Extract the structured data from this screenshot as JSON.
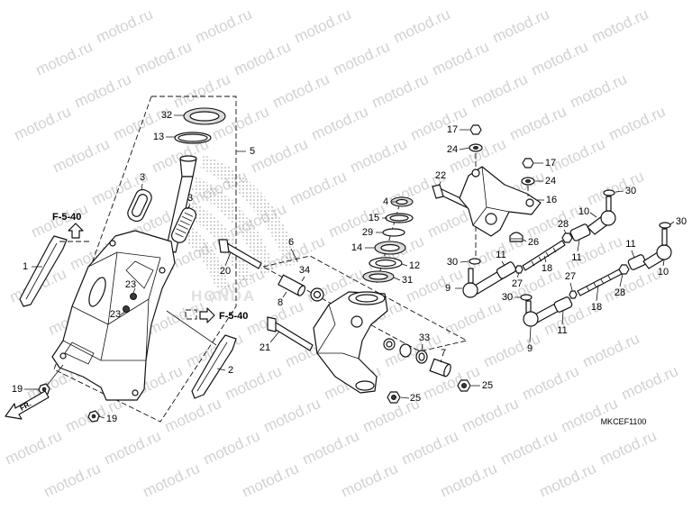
{
  "diagram": {
    "code": "MKCEF1100",
    "references": [
      "F-5-40",
      "F-5-40"
    ],
    "direction_label": "FR.",
    "logo_text": "HONDA",
    "watermark": "motod.ru",
    "callouts": [
      "32",
      "13",
      "5",
      "3",
      "3",
      "1",
      "20",
      "23",
      "23",
      "21",
      "2",
      "19",
      "19",
      "6",
      "34",
      "8",
      "4",
      "15",
      "29",
      "14",
      "12",
      "31",
      "33",
      "7",
      "25",
      "25",
      "17",
      "24",
      "22",
      "16",
      "17",
      "24",
      "26",
      "28",
      "11",
      "10",
      "30",
      "30",
      "11",
      "10",
      "30",
      "11",
      "18",
      "27",
      "9",
      "30",
      "27",
      "28",
      "18",
      "11",
      "9"
    ]
  }
}
